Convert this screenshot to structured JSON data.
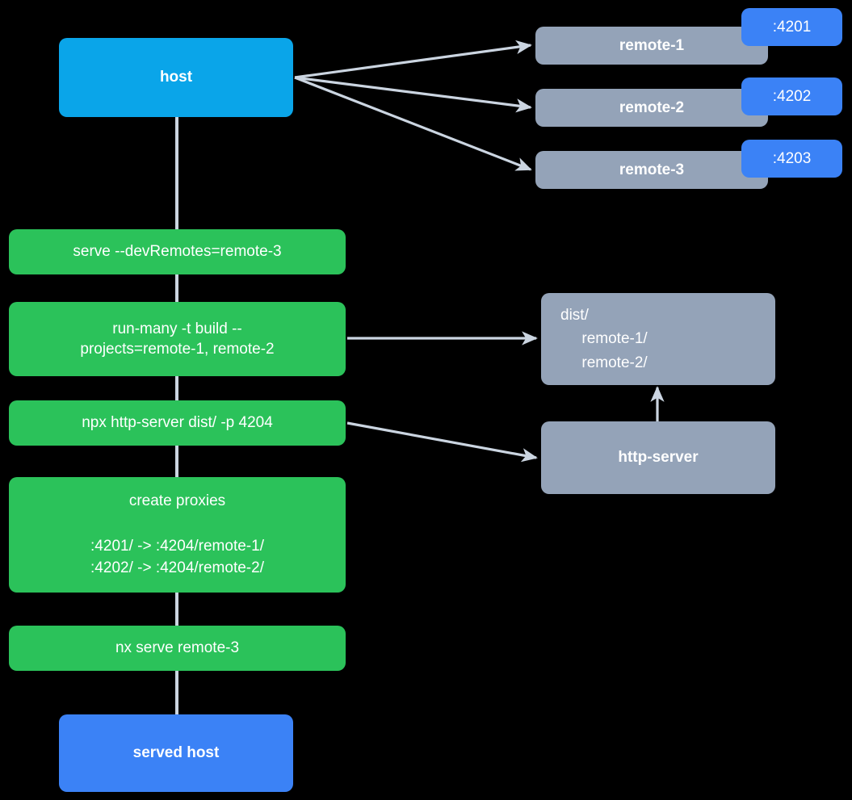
{
  "diagram": {
    "background": "#000000",
    "colors": {
      "host": "#0aa5e9",
      "served_host": "#3b82f6",
      "remote": "#94a3b8",
      "command": "#2bc25a",
      "badge": "#3b82f6",
      "edge": "#cbd5e1",
      "text": "#ffffff"
    },
    "nodes": {
      "host": {
        "label": "host"
      },
      "served_host": {
        "label": "served host"
      },
      "remotes": [
        {
          "label": "remote-1",
          "port": ":4201"
        },
        {
          "label": "remote-2",
          "port": ":4202"
        },
        {
          "label": "remote-3",
          "port": ":4203"
        }
      ],
      "commands": [
        {
          "label": "serve --devRemotes=remote-3"
        },
        {
          "label": "run-many -t build --\nprojects=remote-1, remote-2"
        },
        {
          "label": "npx http-server dist/ -p 4204"
        },
        {
          "label": "create proxies\n\n:4201/ -> :4204/remote-1/\n:4202/ -> :4204/remote-2/"
        },
        {
          "label": "nx serve remote-3"
        }
      ],
      "dist": {
        "label": "dist/\n     remote-1/\n     remote-2/"
      },
      "http_server": {
        "label": "http-server"
      }
    },
    "edges": [
      {
        "from": "host",
        "to": "remote-1"
      },
      {
        "from": "host",
        "to": "remote-2"
      },
      {
        "from": "host",
        "to": "remote-3"
      },
      {
        "from": "host",
        "to": "serve --devRemotes=remote-3"
      },
      {
        "from": "serve --devRemotes=remote-3",
        "to": "run-many -t build"
      },
      {
        "from": "run-many -t build",
        "to": "npx http-server dist/ -p 4204"
      },
      {
        "from": "npx http-server dist/ -p 4204",
        "to": "create proxies"
      },
      {
        "from": "create proxies",
        "to": "nx serve remote-3"
      },
      {
        "from": "nx serve remote-3",
        "to": "served host"
      },
      {
        "from": "run-many -t build",
        "to": "dist/"
      },
      {
        "from": "npx http-server dist/ -p 4204",
        "to": "http-server"
      },
      {
        "from": "http-server",
        "to": "dist/"
      }
    ]
  }
}
